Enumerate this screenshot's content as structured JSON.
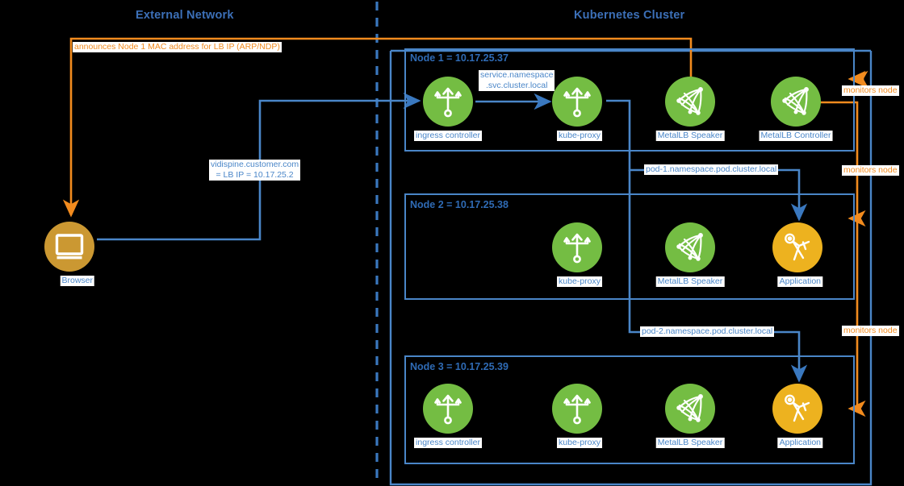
{
  "colors": {
    "background": "#000000",
    "blue": "#4a86c8",
    "blue_dark": "#2f6bb5",
    "orange": "#f28b1e",
    "green": "#74bd43",
    "gold": "#edb21f",
    "bronze": "#cb9832",
    "label_bg": "#ffffff"
  },
  "titles": {
    "external": "External Network",
    "cluster": "Kubernetes Cluster"
  },
  "external": {
    "browser": {
      "caption": "Browser",
      "icon": "monitor-icon"
    },
    "arp_label": "announces Node 1 MAC address for LB IP (ARP/NDP)",
    "lb_label_line1": "vidispine.customer.com",
    "lb_label_line2": "= LB IP = 10.17.25.2"
  },
  "nodes": [
    {
      "label": "Node 1 = 10.17.25.37",
      "pods": [
        {
          "caption": "ingress controller",
          "icon": "trident-icon",
          "color": "green"
        },
        {
          "caption": "kube-proxy",
          "icon": "trident-icon",
          "color": "green"
        },
        {
          "caption": "MetalLB Speaker",
          "icon": "mesh-icon",
          "color": "green"
        },
        {
          "caption": "MetalLB Controller",
          "icon": "mesh-icon",
          "color": "green"
        }
      ]
    },
    {
      "label": "Node 2 = 10.17.25.38",
      "pods": [
        {
          "caption": "kube-proxy",
          "icon": "trident-icon",
          "color": "green"
        },
        {
          "caption": "MetalLB Speaker",
          "icon": "mesh-icon",
          "color": "green"
        },
        {
          "caption": "Application",
          "icon": "compass-icon",
          "color": "gold"
        }
      ]
    },
    {
      "label": "Node 3 = 10.17.25.39",
      "pods": [
        {
          "caption": "ingress controller",
          "icon": "trident-icon",
          "color": "green"
        },
        {
          "caption": "kube-proxy",
          "icon": "trident-icon",
          "color": "green"
        },
        {
          "caption": "MetalLB Speaker",
          "icon": "mesh-icon",
          "color": "green"
        },
        {
          "caption": "Application",
          "icon": "compass-icon",
          "color": "gold"
        }
      ]
    }
  ],
  "flow_labels": {
    "svc_line1": "service.namespace",
    "svc_line2": ".svc.cluster.local",
    "pod1": "pod-1.namespace.pod.cluster.local",
    "pod2": "pod-2.namespace.pod.cluster.local"
  },
  "monitor_labels": [
    "monitors node",
    "monitors node",
    "monitors node"
  ]
}
